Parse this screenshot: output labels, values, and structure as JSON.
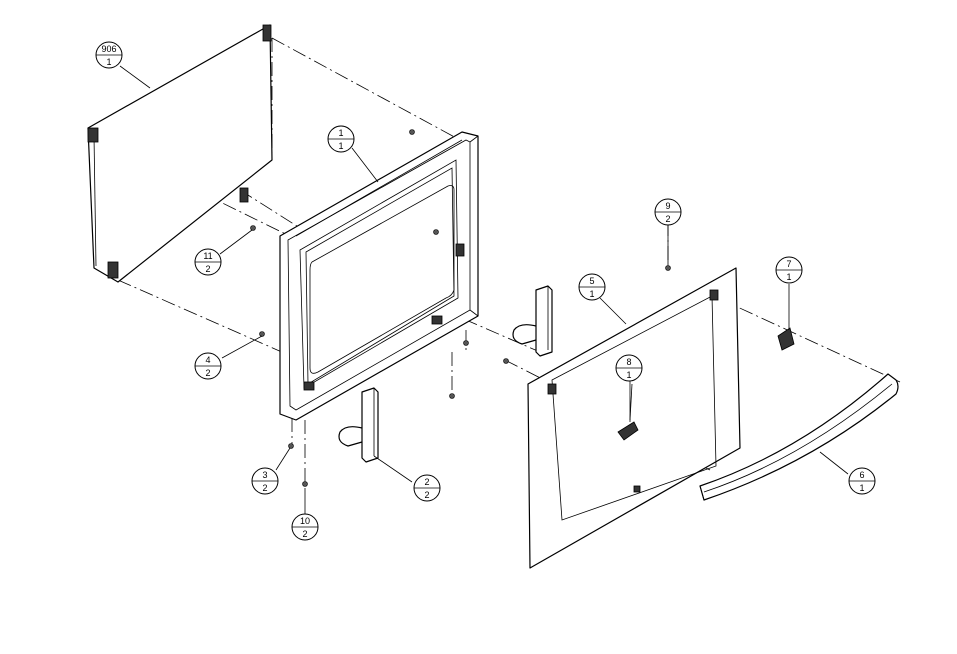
{
  "callouts": [
    {
      "id": "c906",
      "ref": "906",
      "qty": "1"
    },
    {
      "id": "c1",
      "ref": "1",
      "qty": "1"
    },
    {
      "id": "c11",
      "ref": "11",
      "qty": "2"
    },
    {
      "id": "c4",
      "ref": "4",
      "qty": "2"
    },
    {
      "id": "c3",
      "ref": "3",
      "qty": "2"
    },
    {
      "id": "c10",
      "ref": "10",
      "qty": "2"
    },
    {
      "id": "c2",
      "ref": "2",
      "qty": "2"
    },
    {
      "id": "c5",
      "ref": "5",
      "qty": "1"
    },
    {
      "id": "c9",
      "ref": "9",
      "qty": "2"
    },
    {
      "id": "c7",
      "ref": "7",
      "qty": "1"
    },
    {
      "id": "c8",
      "ref": "8",
      "qty": "1"
    },
    {
      "id": "c6",
      "ref": "6",
      "qty": "1"
    }
  ]
}
